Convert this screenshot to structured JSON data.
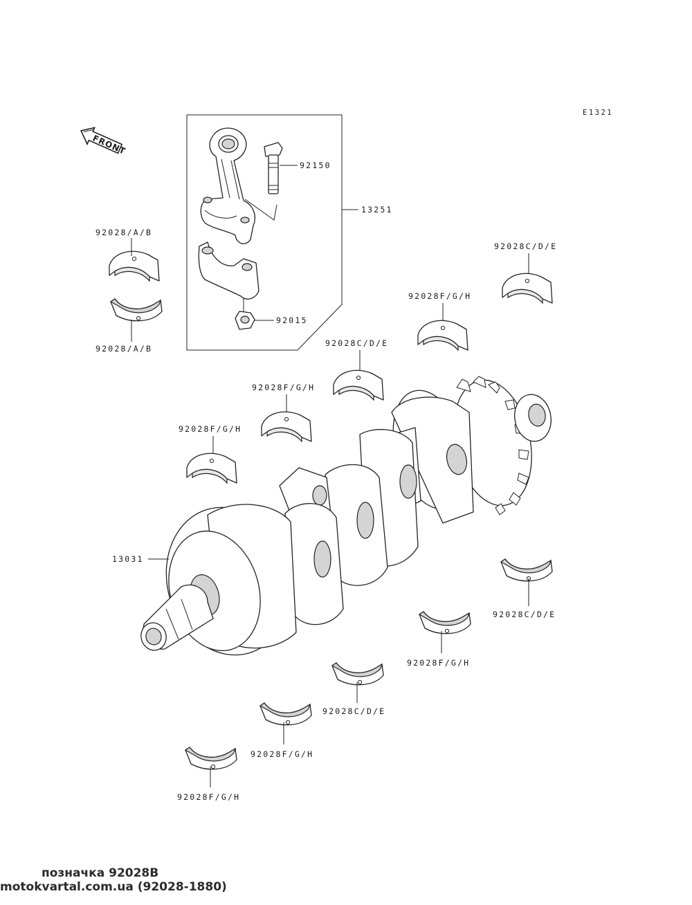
{
  "diagram_code": "E1321",
  "front_label": "FRONT",
  "group_box_label": "13251",
  "labels": {
    "rod_bolt": "92150",
    "rod_nut": "92015",
    "crankshaft": "13031",
    "upper_left_top": "92028/A/B",
    "upper_left_bottom": "92028/A/B",
    "upper_right_cde": "92028C/D/E",
    "upper_fgh_1": "92028F/G/H",
    "upper_cde_2": "92028C/D/E",
    "upper_fgh_2": "92028F/G/H",
    "upper_fgh_3": "92028F/G/H",
    "lower_right_cde": "92028C/D/E",
    "lower_fgh_1": "92028F/G/H",
    "lower_cde_2": "92028C/D/E",
    "lower_fgh_2": "92028F/G/H",
    "lower_fgh_3": "92028F/G/H"
  },
  "footer": {
    "line1": "позначка 92028B",
    "line2": "motokvartal.com.ua (92028-1880)"
  }
}
